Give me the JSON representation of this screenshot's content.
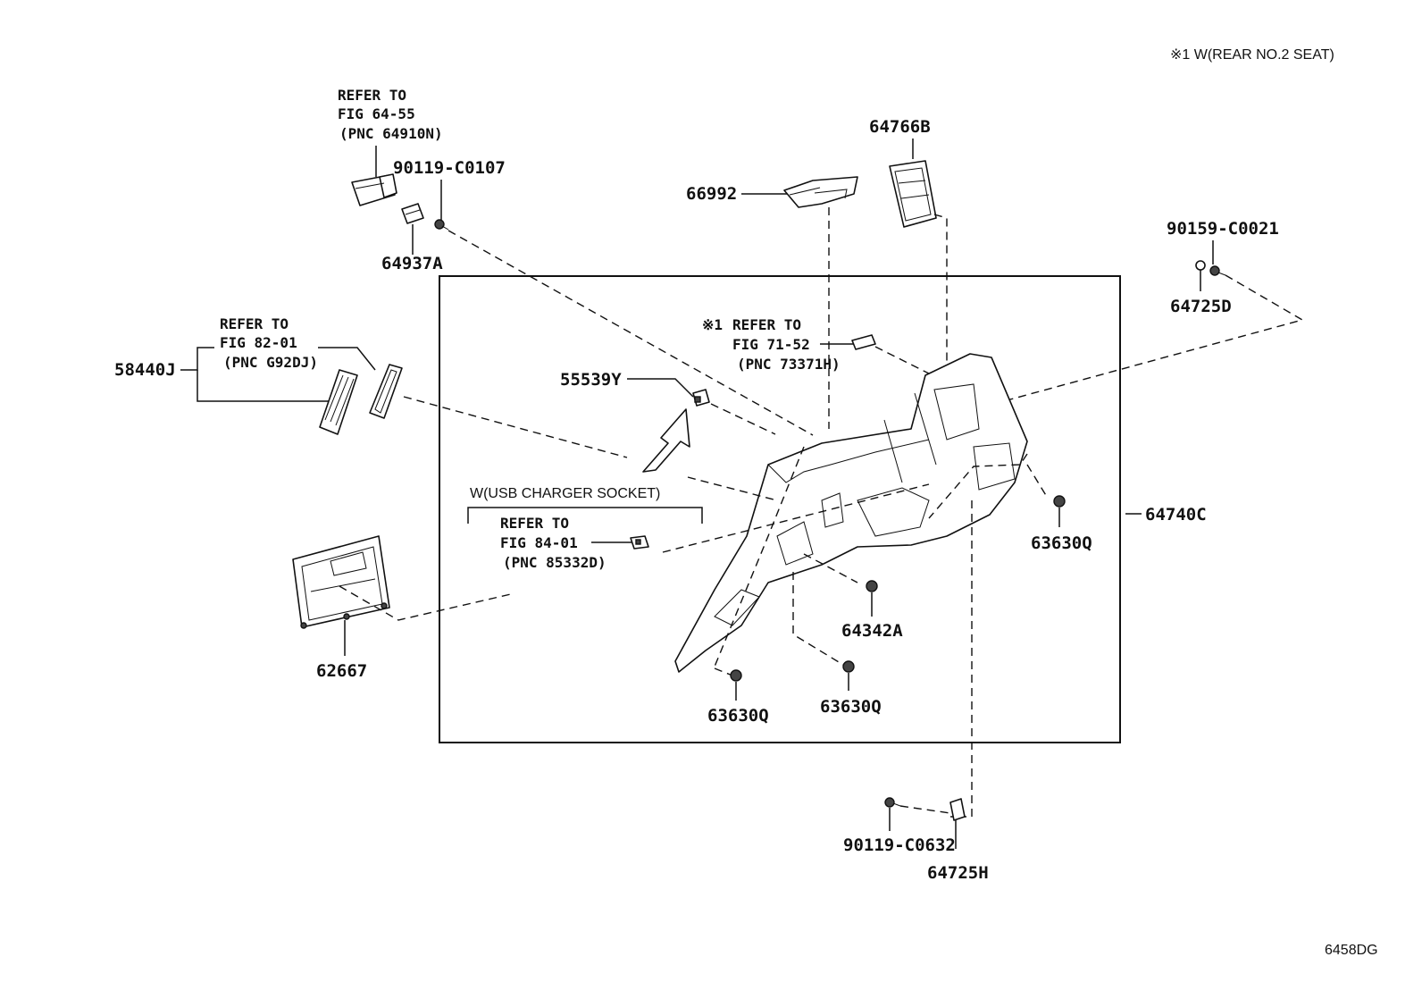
{
  "header_note": "※1 W(REAR NO.2 SEAT)",
  "figure_code": "6458DG",
  "labels": {
    "p64766B": "64766B",
    "p66992": "66992",
    "p90119_C0107": "90119-C0107",
    "p64937A": "64937A",
    "p90159_C0021": "90159-C0021",
    "p64725D": "64725D",
    "p58440J": "58440J",
    "p55539Y": "55539Y",
    "p64740C": "64740C",
    "p63630Q_a": "63630Q",
    "p64342A": "64342A",
    "p63630Q_b": "63630Q",
    "p63630Q_c": "63630Q",
    "p62667": "62667",
    "p90119_C0632": "90119-C0632",
    "p64725H": "64725H"
  },
  "refs": {
    "ref_64_55": {
      "line1": "REFER TO",
      "line2": "FIG 64-55",
      "line3": "(PNC 64910N)"
    },
    "ref_82_01": {
      "line1": "REFER TO",
      "line2": "FIG 82-01",
      "line3": "(PNC G92DJ)"
    },
    "ref_71_52": {
      "marker": "※1",
      "line1": "REFER TO",
      "line2": "FIG 71-52",
      "line3": "(PNC 73371H)"
    },
    "ref_84_01": {
      "caption": "W(USB CHARGER SOCKET)",
      "line1": "REFER TO",
      "line2": "FIG 84-01",
      "line3": "(PNC 85332D)"
    }
  },
  "icons": [
    "clip-icon",
    "bolt-icon",
    "screw-icon",
    "bracket-icon",
    "arrow-icon",
    "grille-icon",
    "panel-icon"
  ]
}
